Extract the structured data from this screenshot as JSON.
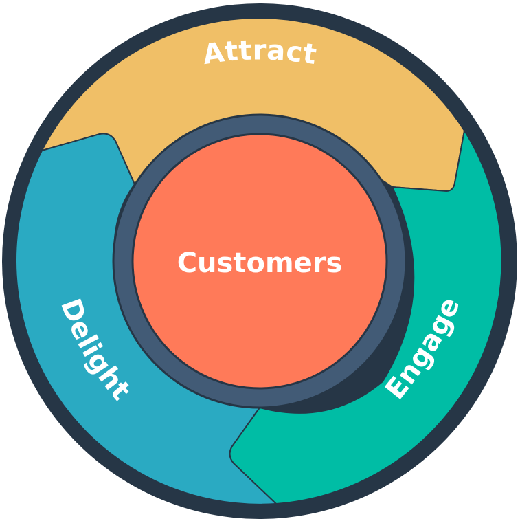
{
  "diagram": {
    "center": {
      "label": "Customers",
      "color": "#ff7a59"
    },
    "inner_ring_color": "#425b76",
    "outer_ring_color": "#263646",
    "segments": [
      {
        "label": "Attract",
        "color": "#f0bf67"
      },
      {
        "label": "Engage",
        "color": "#00bda5"
      },
      {
        "label": "Delight",
        "color": "#2aaac2"
      }
    ]
  }
}
